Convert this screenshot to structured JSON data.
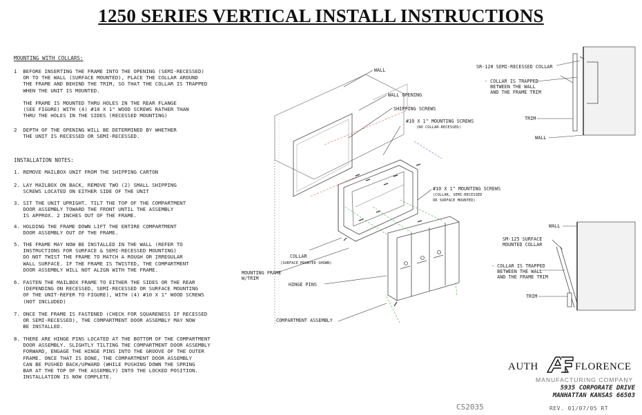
{
  "title": "1250 SERIES VERTICAL INSTALL INSTRUCTIONS",
  "mounting": {
    "heading": "MOUNTING WITH COLLARS:",
    "steps": [
      "1  BEFORE INSERTING THE FRAME INTO THE OPENING (SEMI-RECESSED)\n   OR TO THE WALL (SURFACE MOUNTED), PLACE THE COLLAR AROUND\n   THE FRAME AND BEHIND THE TRIM, SO THAT THE COLLAR IS TRAPPED\n   WHEN THE UNIT IS MOUNTED.\n\n   THE FRAME IS MOUNTED THRU HOLES IN THE REAR FLANGE\n   (SEE FIGURE) WITH (4) #10 X 1\" WOOD SCREWS RATHER THAN\n   THRU THE HOLES IN THE SIDES (RECESSED MOUNTING)",
      "2  DEPTH OF THE OPENING WILL BE DETERMINED BY WHETHER\n   THE UNIT IS RECESSED OR SEMI-RECESSED."
    ]
  },
  "install": {
    "heading": "INSTALLATION NOTES:",
    "steps": [
      "1. REMOVE MAILBOX UNIT FROM THE SHIPPING CARTON",
      "2. LAY MAILBOX ON BACK, REMOVE TWO (2) SMALL SHIPPING\n   SCREWS LOCATED ON EITHER SIDE OF THE UNIT",
      "3. SIT THE UNIT UPRIGHT. TILT THE TOP OF THE COMPARTMENT\n   DOOR ASSEMBLY TOWARD THE FRONT UNTIL THE ASSEMBLY\n   IS APPROX. 2 INCHES OUT OF THE FRAME.",
      "4. HOLDING THE FRAME DOWN LIFT THE ENTIRE COMPARTMENT\n   DOOR ASSEMBLY OUT OF THE FRAME.",
      "5. THE FRAME MAY NOW BE INSTALLED IN THE WALL (REFER TO\n   INSTRUCTIONS FOR SURFACE & SEMI-RECESSED MOUNTING)\n   DO NOT TWIST THE FRAME TO MATCH A ROUGH OR IRREGULAR\n   WALL SURFACE. IF THE FRAME IS TWISTED, THE COMPARTMENT\n   DOOR ASSEMBLY WILL NOT ALIGN WITH THE FRAME.",
      "6. FASTEN THE MAILBOX FRAME TO EITHER THE SIDES OR THE REAR\n   (DEPENDING ON RECESSED, SEMI-RECESSED OR SURFACE MOUNTING\n   OF THE UNIT-REFER TO FIGURE), WITH (4) #10 X 1\" WOOD SCREWS\n   (NOT INCLUDED)",
      "7. ONCE THE FRAME IS FASTENED (CHECK FOR SQUARENESS IF RECESSED\n   OR SEMI-RECESSED), THE COMPARTMENT DOOR ASSEMBLY MAY NOW\n   BE INSTALLED.",
      "8. THERE ARE HINGE PINS LOCATED AT THE BOTTOM OF THE COMPARTMENT\n   DOOR ASSEMBLY. SLIGHTLY TILTING THE COMPARTMENT DOOR ASSEMBLY\n   FORWARD, ENGAGE THE HINGE PINS INTO THE GROOVE OF THE OUTER\n   FRAME. ONCE THAT IS DONE, THE COMPARTMENT DOOR ASSEMBLY\n   CAN BE PUSHED BACK/UPWARD (WHILE PUSHING DOWN THE SPRING\n   BAR AT THE TOP OF THE ASSEMBLY) INTO THE LOCKED POSITION.\n   INSTALLATION IS NOW COMPLETE."
    ]
  },
  "diagram_labels": {
    "wall": "WALL",
    "wall_opening": "WALL OPENING",
    "shipping_screws": "SHIPPING SCREWS",
    "mounting_screws_a": "#10 X 1\" MOUNTING SCREWS",
    "mounting_screws_a_sub": "(NO COLLAR-RECESSED)",
    "mounting_screws_b": "#10 X 1\" MOUNTING SCREWS",
    "mounting_screws_b_sub": "(COLLAR, SEMI-RECESSED\nOR SURFACE MOUNTED)",
    "collar": "COLLAR",
    "collar_sub": "(SURFACE MOUNTED SHOWN)",
    "mounting_frame": "MOUNTING FRAME\nW/TRIM",
    "hinge_pins": "HINGE PINS",
    "compartment_assembly": "COMPARTMENT ASSEMBLY"
  },
  "detail_top": {
    "collar": "SR-120 SEMI-RECESSED COLLAR",
    "trapped": "- COLLAR IS TRAPPED\n  BETWEEN THE WALL\n  AND THE FRAME TRIM",
    "trim": "TRIM",
    "wall": "WALL"
  },
  "detail_bottom": {
    "wall": "WALL",
    "collar": "SM-125 SURFACE\nMOUNTED COLLAR",
    "trapped": "- COLLAR IS TRAPPED\n  BETWEEN THE WALL\n  AND THE FRAME TRIM",
    "trim": "TRIM"
  },
  "company": {
    "name_left": "AUTH",
    "name_right": "FLORENCE",
    "subtitle": "MANUFACTURING COMPANY",
    "address": "5935 CORPORATE DRIVE\nMANHATTAN KANSAS 66503"
  },
  "doc_code": "CS2035",
  "revision": "REV. 01/07/05  RT"
}
